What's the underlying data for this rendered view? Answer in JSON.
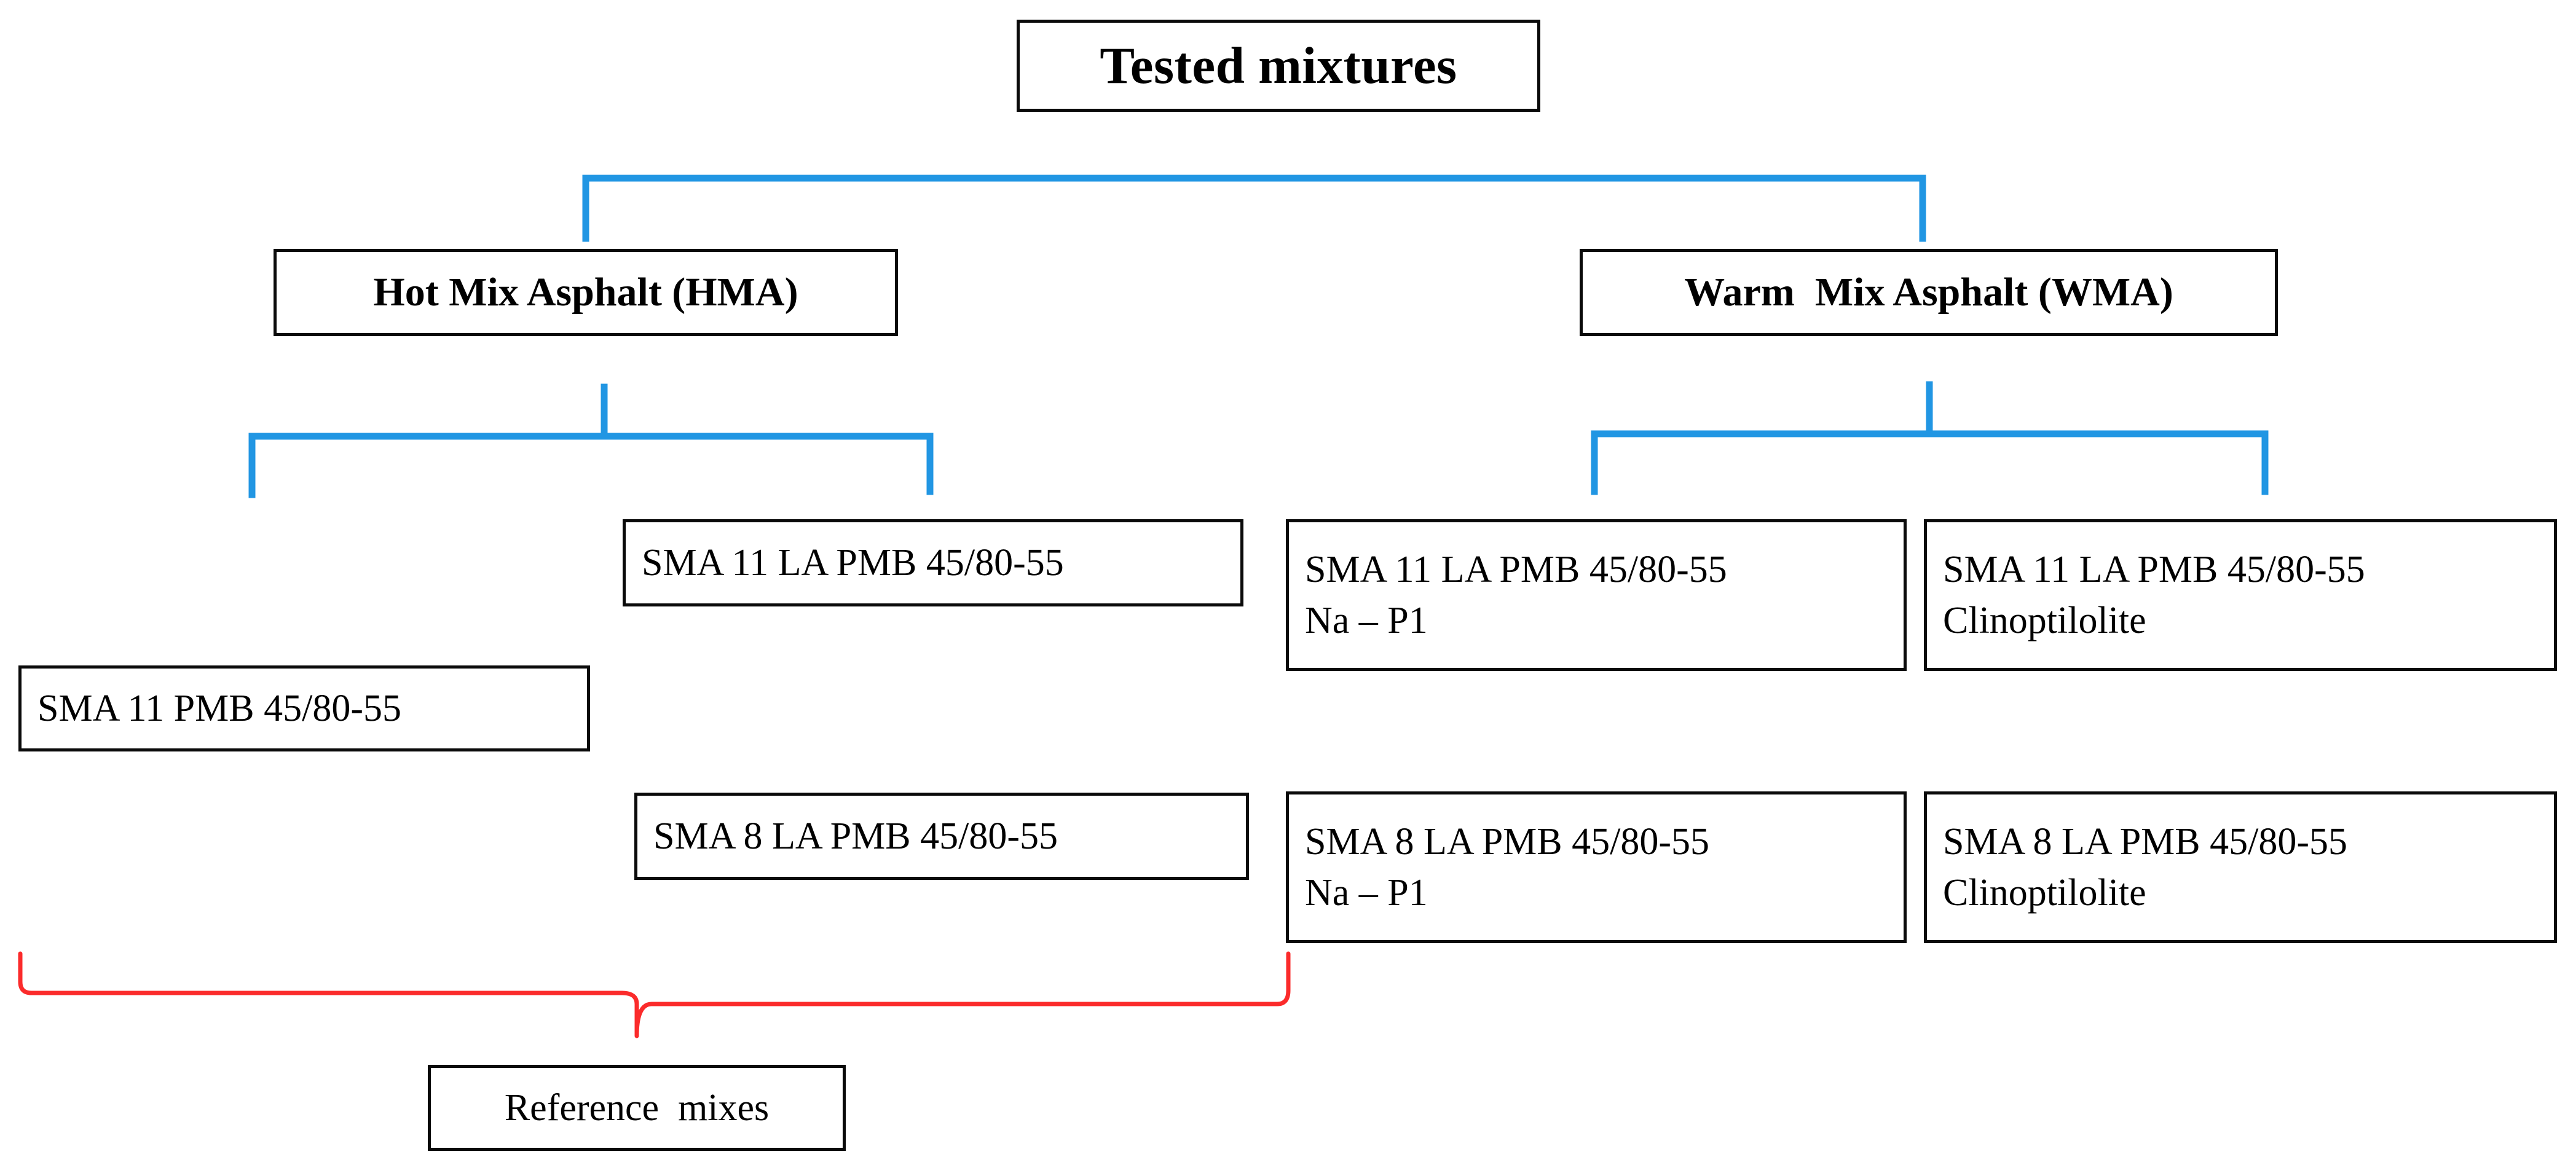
{
  "diagram": {
    "title": "Tested mixtures",
    "branches": [
      {
        "id": "hma",
        "label": "Hot Mix Asphalt (HMA)"
      },
      {
        "id": "wma",
        "label": "Warm  Mix Asphalt (WMA)"
      }
    ],
    "leaves": {
      "sma11_la": "SMA 11 LA PMB 45/80-55",
      "sma11_la_nap1_line1": "SMA 11 LA PMB 45/80-55",
      "sma11_la_nap1_line2": "Na – P1",
      "sma11_la_clino_line1": "SMA 11 LA PMB 45/80-55",
      "sma11_la_clino_line2": "Clinoptilolite",
      "sma11_ref": "SMA 11 PMB 45/80-55",
      "sma8_la": "SMA 8 LA PMB 45/80-55",
      "sma8_la_nap1_line1": "SMA 8 LA PMB 45/80-55",
      "sma8_la_nap1_line2": "Na – P1",
      "sma8_la_clino_line1": "SMA 8 LA PMB 45/80-55",
      "sma8_la_clino_line2": "Clinoptilolite"
    },
    "annotation": {
      "reference_mixes": "Reference  mixes"
    },
    "colors": {
      "connector_blue": "#2196E3",
      "connector_red": "#FB2B2B",
      "box_border": "#0A0A0A",
      "text": "#000000",
      "background": "#FFFFFF"
    }
  }
}
